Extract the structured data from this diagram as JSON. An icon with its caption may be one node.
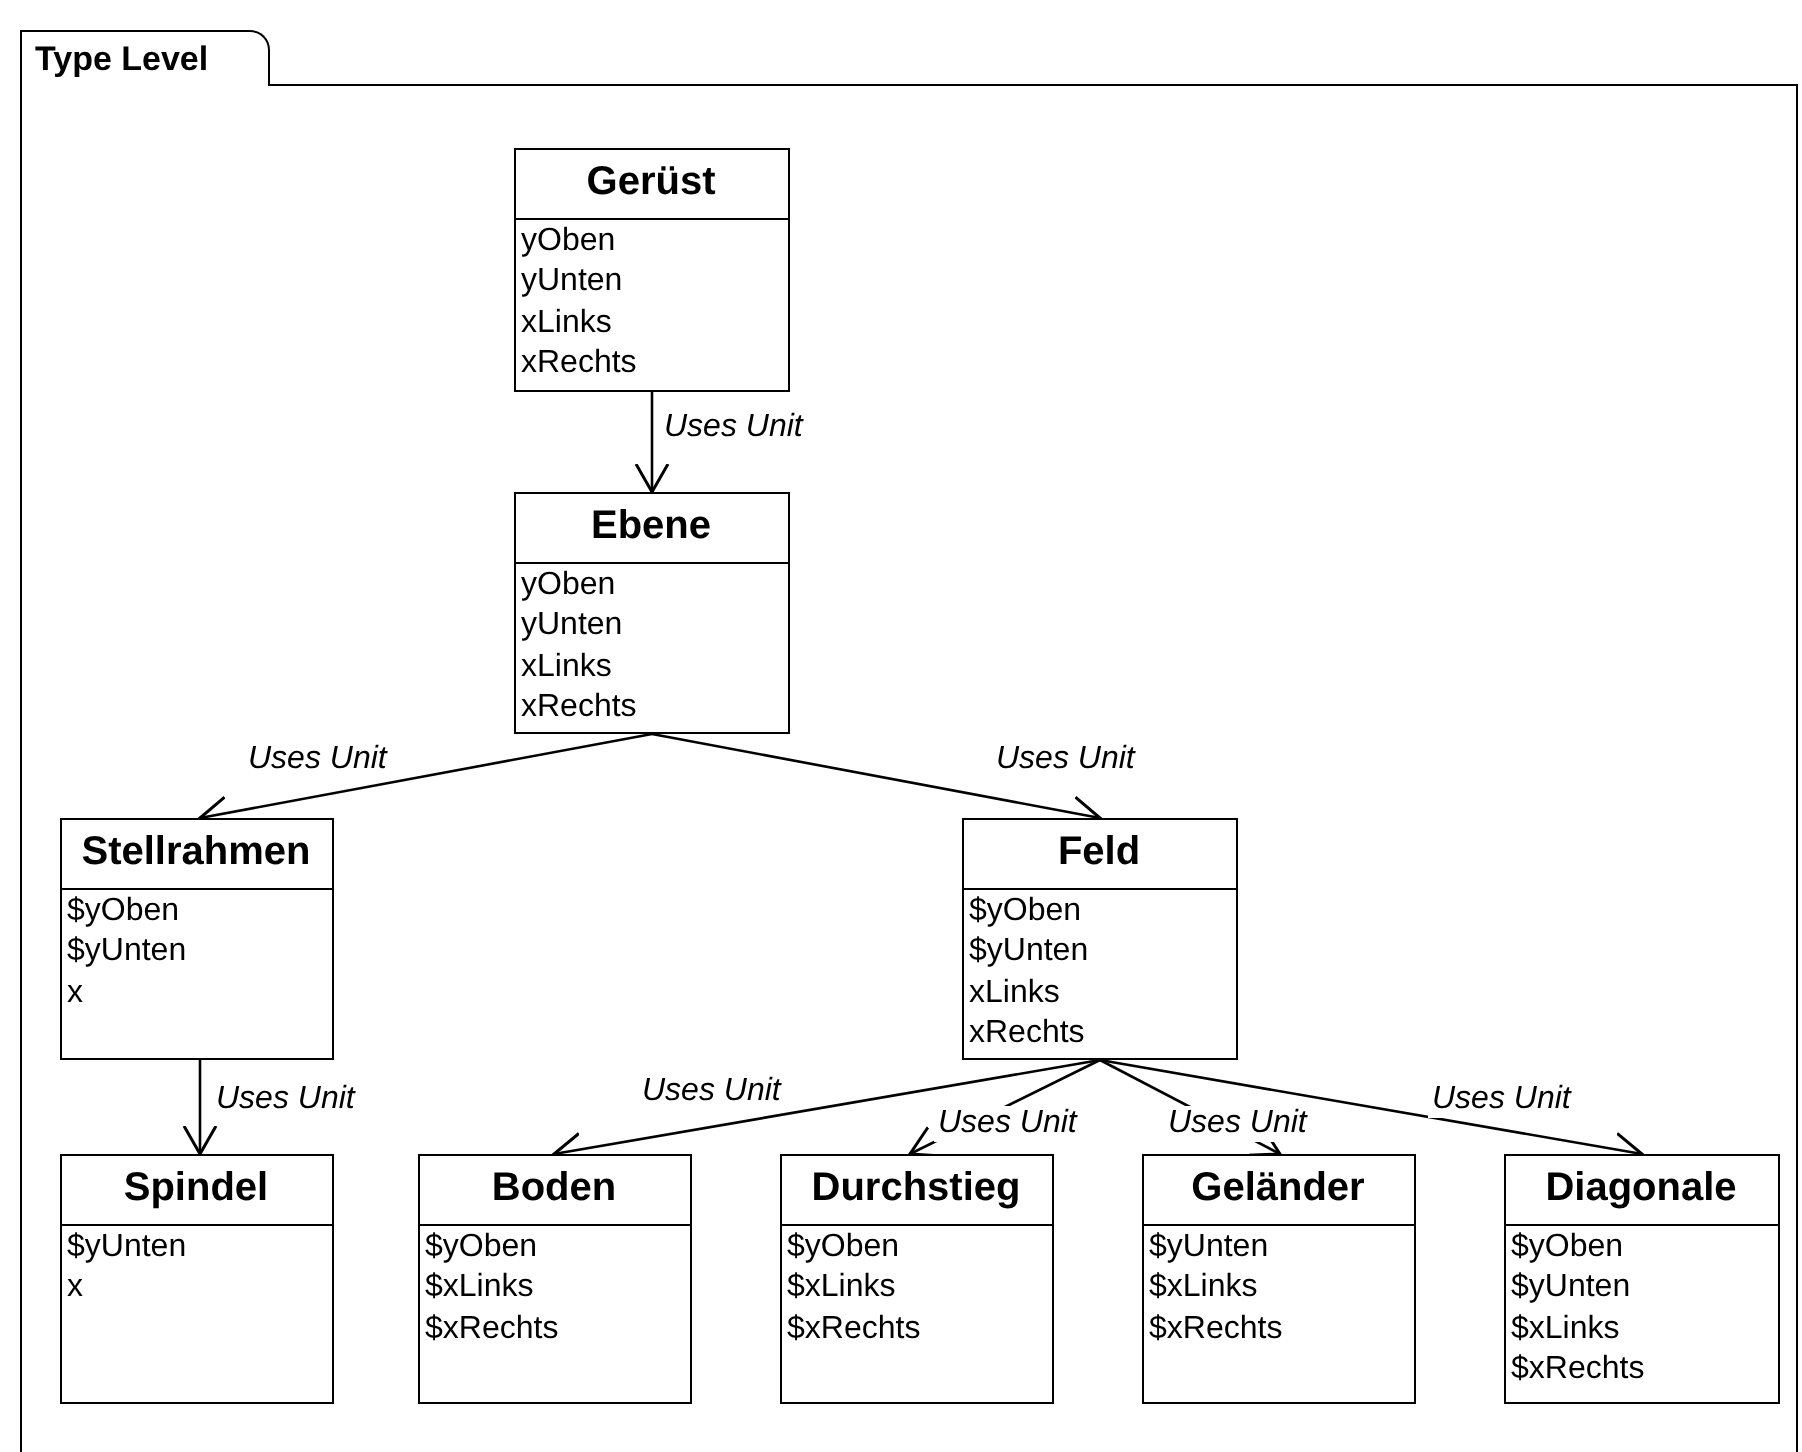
{
  "diagram": {
    "nodes": [
      {
        "text": [
          "Type Level"
        ]
      },
      {
        "text": [
          "Gerüst",
          "yOben",
          "yUnten",
          "xLinks",
          "xRechts"
        ],
        "in": 0
      },
      {
        "text": [
          "Ebene",
          "yOben",
          "yUnten",
          "xLinks",
          "xRechts"
        ],
        "in": 0
      },
      {
        "text": [
          "Stellrahmen",
          "$yOben",
          "$yUnten",
          "x"
        ],
        "in": 0
      },
      {
        "text": [
          "Feld",
          "$yOben",
          "$yUnten",
          "xLinks",
          "xRechts"
        ],
        "in": 0
      },
      {
        "text": [
          "Spindel",
          "$yUnten",
          "x"
        ],
        "in": 0
      },
      {
        "text": [
          "Boden",
          "$yOben",
          "$xLinks",
          "$xRechts"
        ],
        "in": 0
      },
      {
        "text": [
          "Durchstieg",
          "$yOben",
          "$xLinks",
          "$xRechts"
        ],
        "in": 0
      },
      {
        "text": [
          "Geländer",
          "$yUnten",
          "$xLinks",
          "$xRechts"
        ],
        "in": 0
      },
      {
        "text": [
          "Diagonale",
          "$yOben",
          "$yUnten",
          "$xLinks",
          "$xRechts"
        ],
        "in": 0
      }
    ],
    "edges": [
      {
        "from": 1,
        "to": 2,
        "arrow": "to",
        "label": "Uses Unit"
      },
      {
        "from": 2,
        "to": 3,
        "arrow": "to",
        "label": "Uses Unit"
      },
      {
        "from": 2,
        "to": 4,
        "arrow": "to",
        "label": "Uses Unit"
      },
      {
        "from": 3,
        "to": 5,
        "arrow": "to",
        "label": "Uses Unit"
      },
      {
        "from": 4,
        "to": 6,
        "arrow": "to",
        "label": "Uses Unit"
      },
      {
        "from": 4,
        "to": 7,
        "arrow": "to",
        "label": "Uses Unit"
      },
      {
        "from": 4,
        "to": 8,
        "arrow": "to",
        "label": "Uses Unit"
      },
      {
        "from": 4,
        "to": 9,
        "arrow": "to",
        "label": "Uses Unit"
      }
    ]
  }
}
